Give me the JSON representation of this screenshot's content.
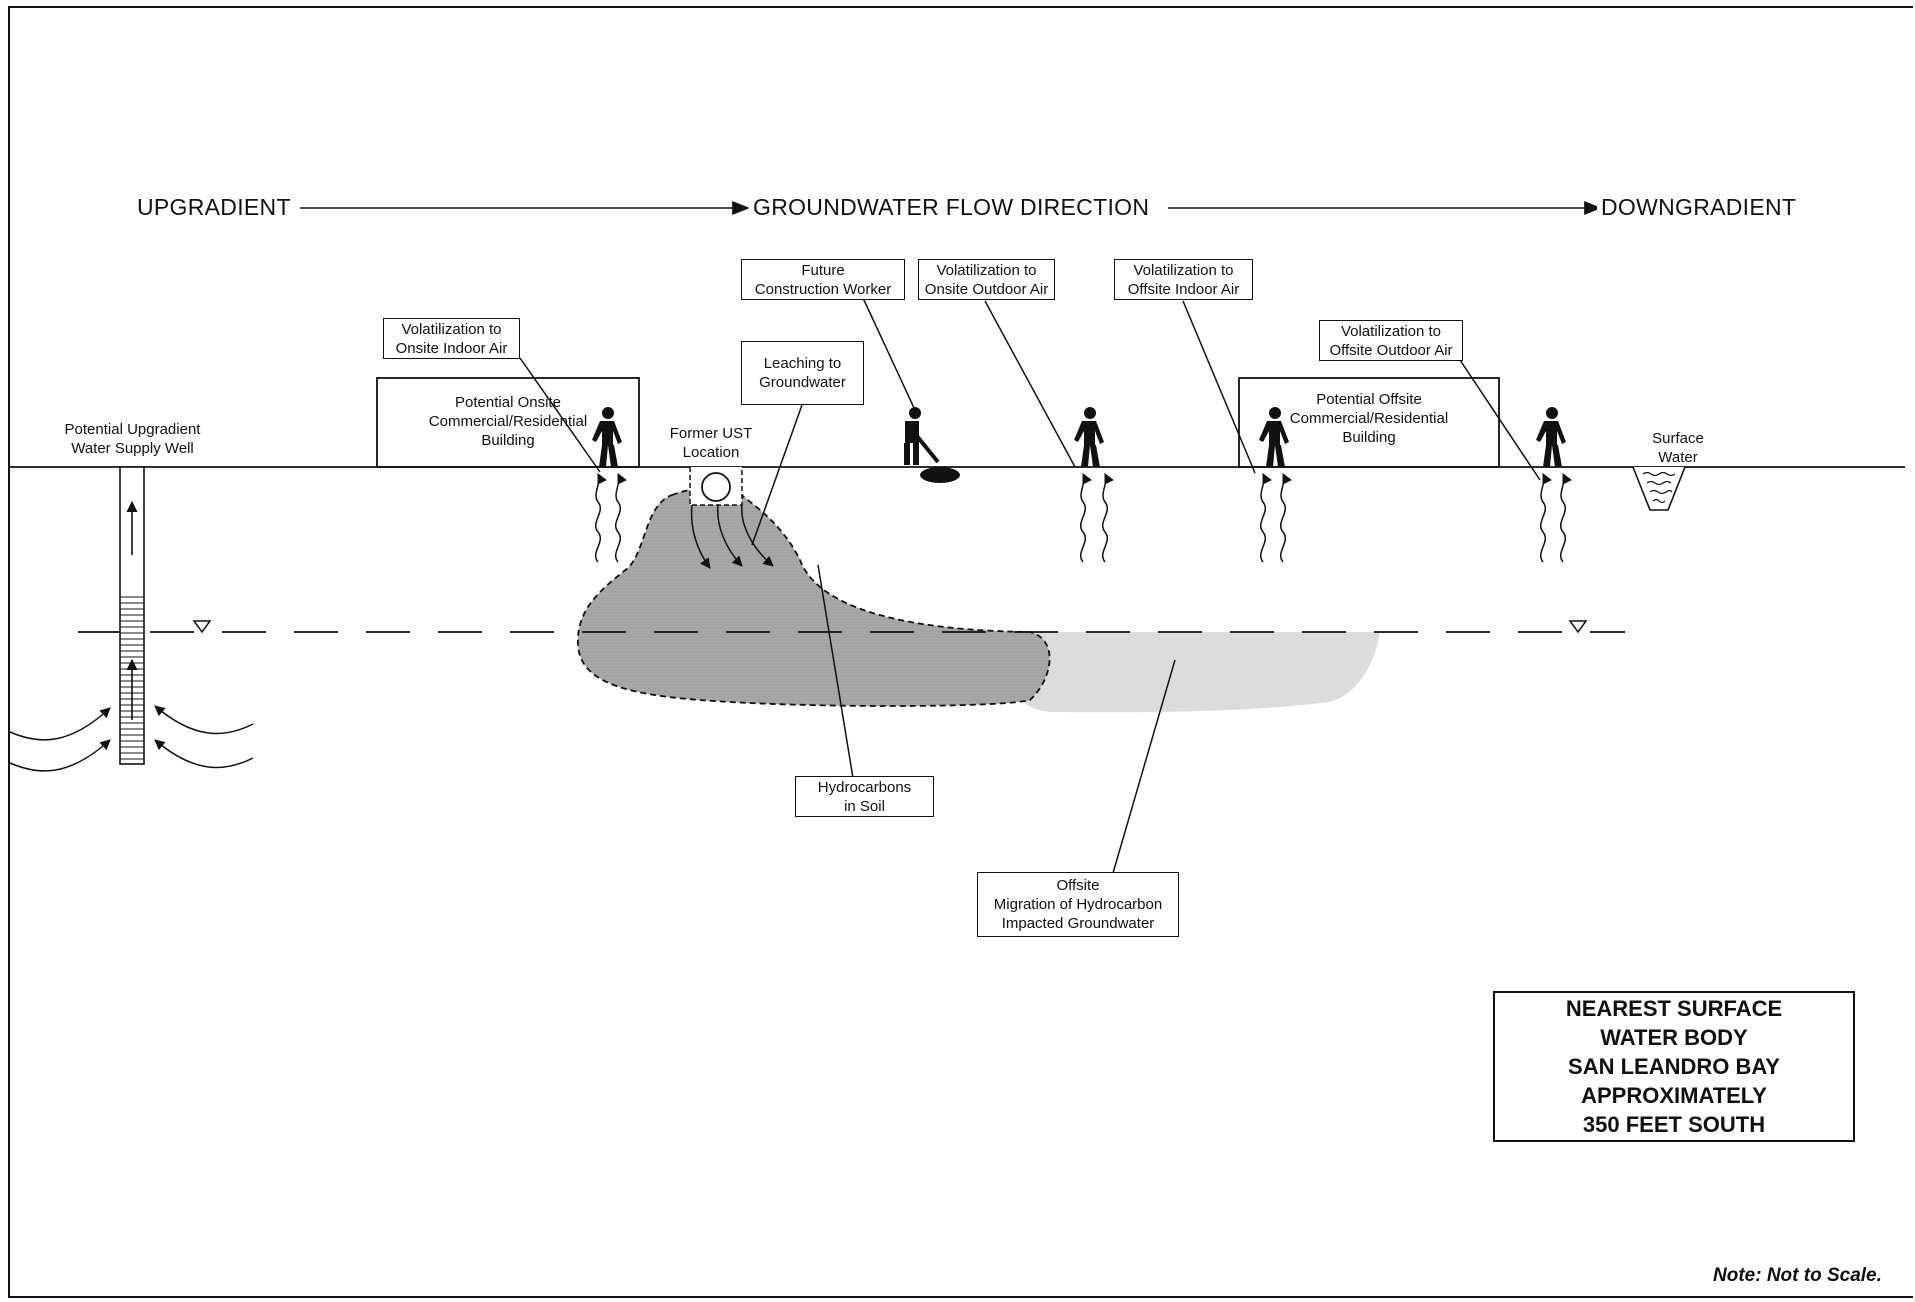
{
  "flow": {
    "upgradient": "UPGRADIENT",
    "direction": "GROUNDWATER FLOW DIRECTION",
    "downgradient": "DOWNGRADIENT"
  },
  "labels": {
    "well": [
      "Potential Upgradient",
      "Water Supply Well"
    ],
    "onsite_building": [
      "Potential Onsite",
      "Commercial/Residential",
      "Building"
    ],
    "ust": [
      "Former UST",
      "Location"
    ],
    "offsite_building": [
      "Potential Offsite",
      "Commercial/Residential",
      "Building"
    ],
    "surface_water": [
      "Surface",
      "Water"
    ]
  },
  "callouts": {
    "onsite_indoor": [
      "Volatilization to",
      "Onsite Indoor Air"
    ],
    "leaching": [
      "Leaching to",
      "Groundwater"
    ],
    "construction": [
      "Future",
      "Construction Worker"
    ],
    "onsite_outdoor": [
      "Volatilization to",
      "Onsite Outdoor Air"
    ],
    "offsite_indoor": [
      "Volatilization to",
      "Offsite Indoor Air"
    ],
    "offsite_outdoor": [
      "Volatilization to",
      "Offsite Outdoor Air"
    ],
    "soil": [
      "Hydrocarbons",
      "in Soil"
    ],
    "migration": [
      "Offsite",
      "Migration of Hydrocarbon",
      "Impacted Groundwater"
    ]
  },
  "info_box": [
    "NEAREST SURFACE",
    "WATER BODY",
    "SAN LEANDRO BAY",
    "APPROXIMATELY",
    "350 FEET SOUTH"
  ],
  "note": "Note: Not to Scale.",
  "colors": {
    "soil_plume": "#a9a9a9",
    "groundwater_plume": "#dcdcdc",
    "line": "#111111"
  },
  "icons": [
    "person-icon",
    "construction-worker-icon",
    "water-table-marker-icon",
    "vapor-arrow-icon",
    "ust-tank-icon",
    "flow-arrow-icon"
  ]
}
